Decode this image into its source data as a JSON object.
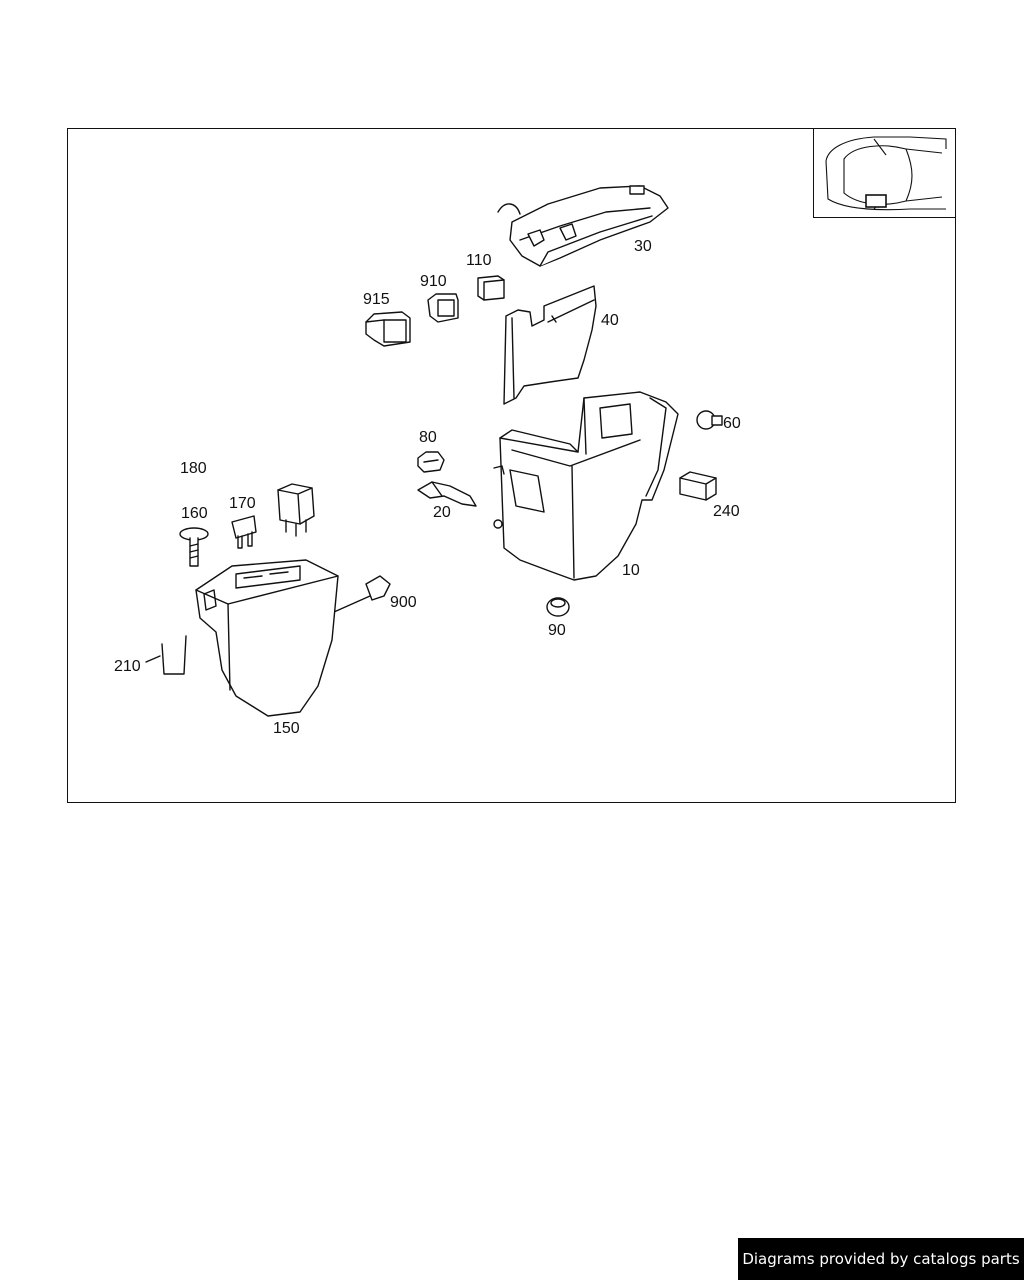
{
  "labels": {
    "p30": "30",
    "p110": "110",
    "p910": "910",
    "p915": "915",
    "p40": "40",
    "p60": "60",
    "p80": "80",
    "p20": "20",
    "p240": "240",
    "p180": "180",
    "p170": "170",
    "p160": "160",
    "p10": "10",
    "p900": "900",
    "p90": "90",
    "p210": "210",
    "p150": "150"
  },
  "footer": {
    "credit": "Diagrams provided by catalogs parts"
  },
  "colors": {
    "line": "#111111",
    "background": "#ffffff",
    "badge": "#000000"
  }
}
